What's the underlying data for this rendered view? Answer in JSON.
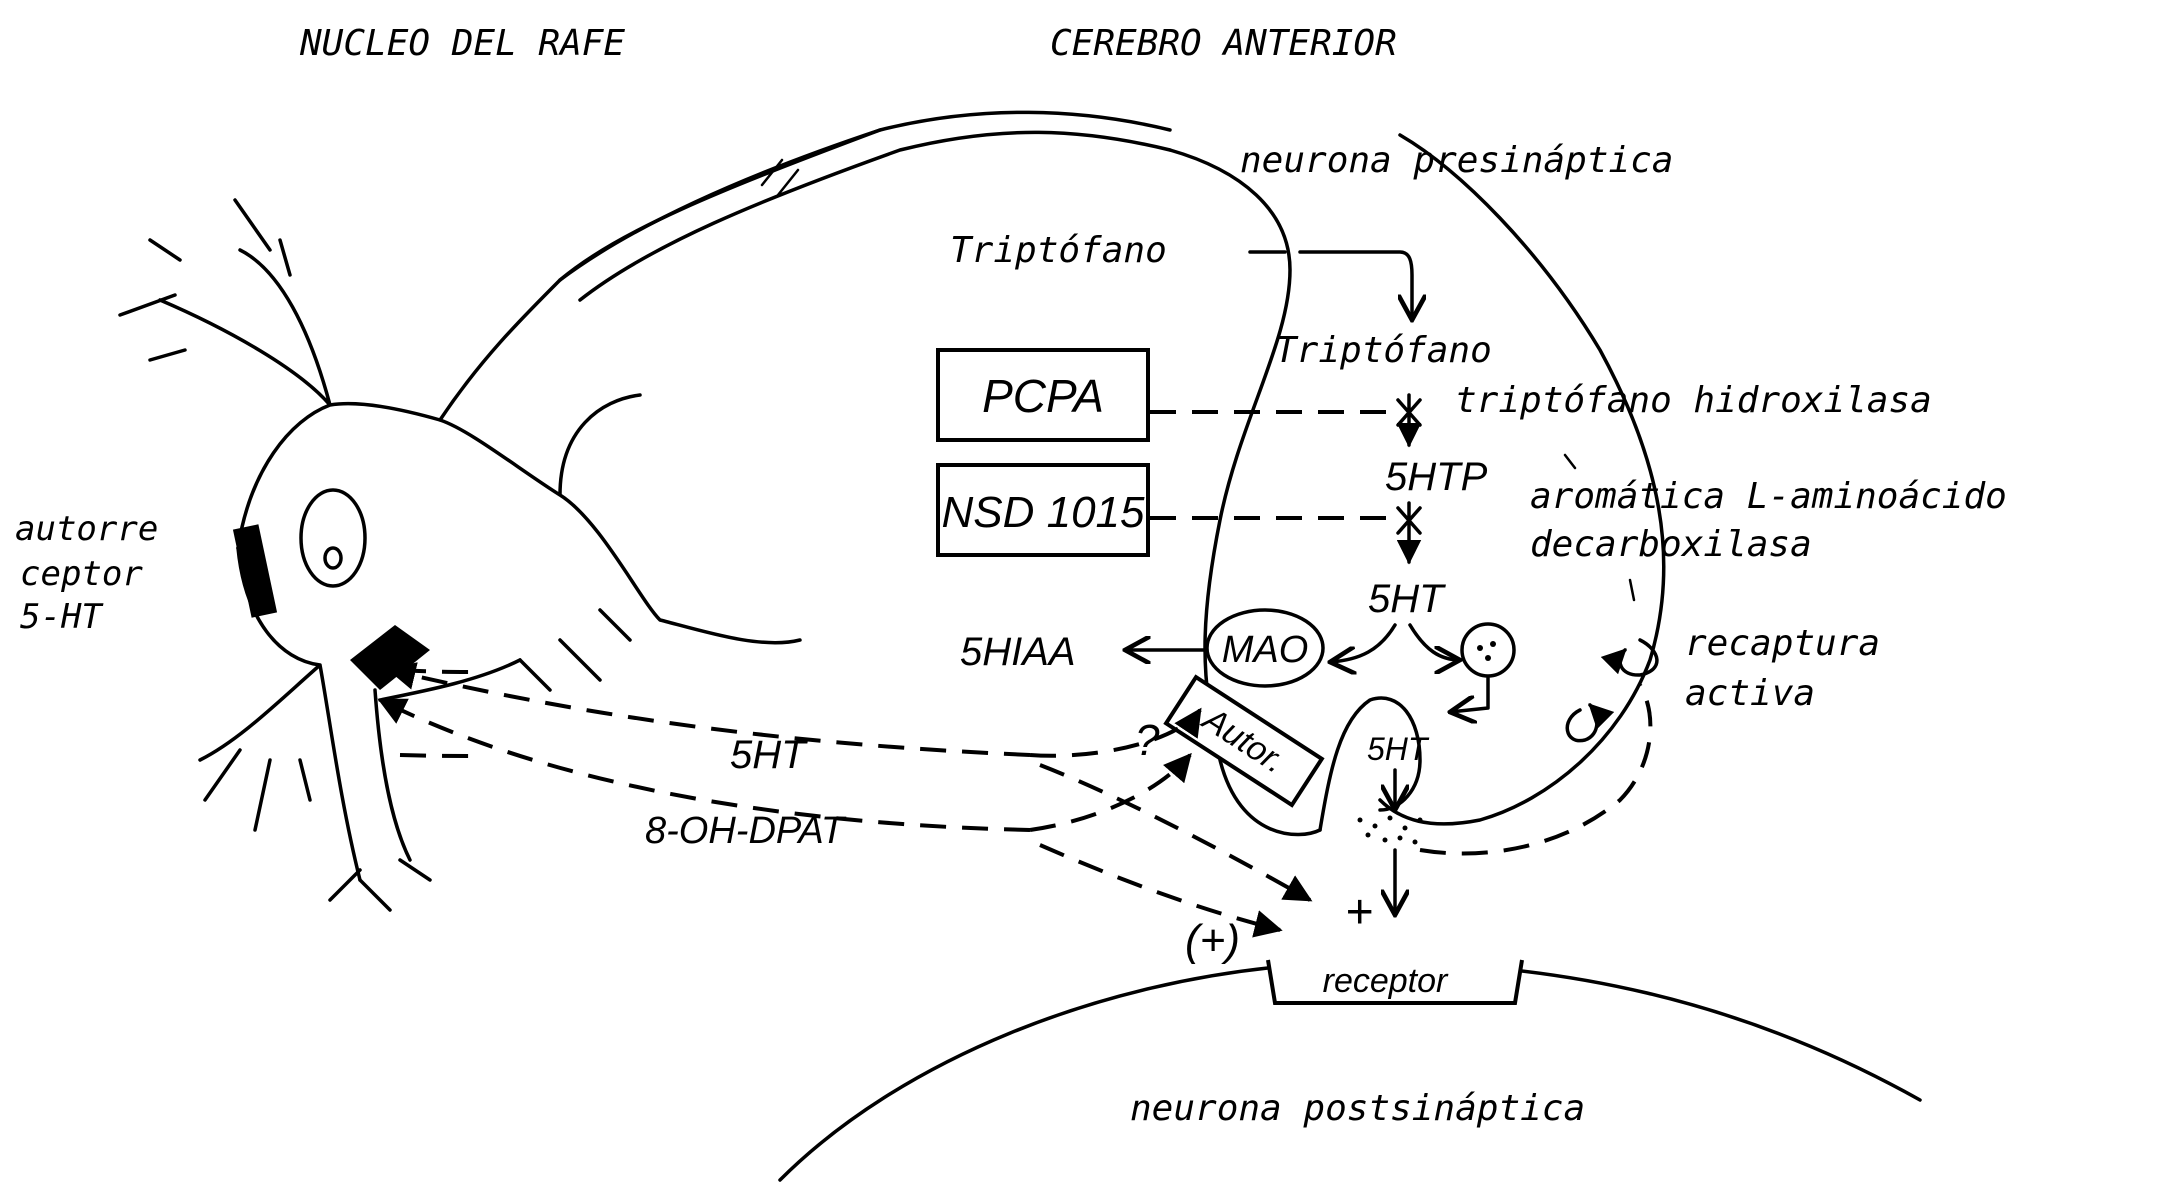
{
  "regions": {
    "left_title": "NUCLEO DEL RAFE",
    "right_title": "CEREBRO ANTERIOR"
  },
  "cells": {
    "presynaptic": "neurona presináptica",
    "postsynaptic": "neurona postsináptica"
  },
  "autoreceptor": {
    "line1": "autorre",
    "line2": "ceptor",
    "line3": "5-HT"
  },
  "pathway": {
    "tryptophan_outside": "Triptófano",
    "tryptophan_inside": "Triptófano",
    "hydroxylase": "triptófano hidroxilasa",
    "decarboxylase_line1": "aromática L-aminoácido",
    "decarboxylase_line2": "decarboxilasa",
    "htp": "5HTP",
    "ht": "5HT",
    "hiaa": "5HIAA",
    "mao": "MAO",
    "vesicle": "5HT"
  },
  "drugs": {
    "pcpa": "PCPA",
    "nsd": "NSD 1015"
  },
  "reuptake": {
    "line1": "recaptura",
    "line2": "activa"
  },
  "signals": {
    "ht": "5HT",
    "dpat": "8-OH-DPAT",
    "unknown": "?",
    "plus": "+",
    "plus_paren": "(+)"
  },
  "terminal": {
    "autoreceptor": "Autor.",
    "receptor": "receptor"
  }
}
